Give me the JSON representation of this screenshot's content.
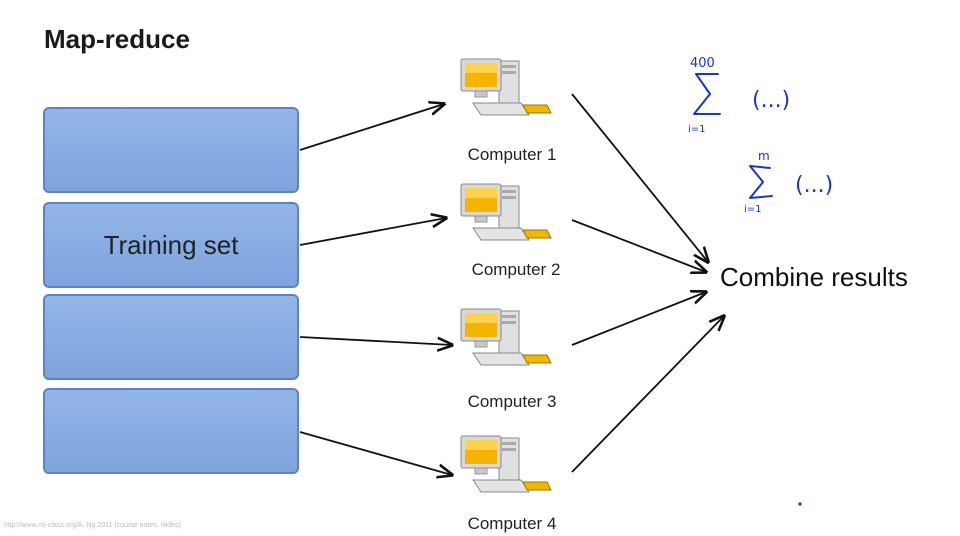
{
  "title": "Map-reduce",
  "training_set": {
    "label": "Training set"
  },
  "computers": [
    {
      "label": "Computer 1"
    },
    {
      "label": "Computer 2"
    },
    {
      "label": "Computer 3"
    },
    {
      "label": "Computer 4"
    }
  ],
  "combine_label": "Combine results",
  "annotations": {
    "sum1_upper": "400",
    "sum1_lower": "i=1",
    "sum1_body": "(...)",
    "sum2_upper": "m",
    "sum2_lower": "i=1",
    "sum2_body": "(...)"
  },
  "footer": "http://www.ml-class.org/A. Ng 2011 (course notes, slides)",
  "colors": {
    "block_fill": "#86aae0",
    "block_border": "#5b84c4",
    "handwriting": "#1a35c9",
    "arrow": "#111111"
  }
}
